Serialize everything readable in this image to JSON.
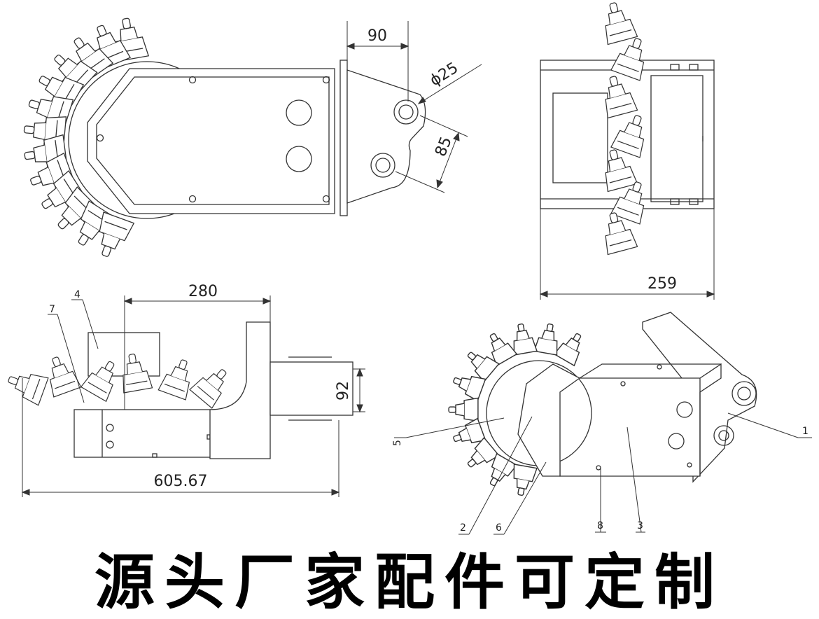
{
  "dimensions": {
    "top_width": "90",
    "hole_diameter": "ϕ25",
    "hole_spacing": "85",
    "side_length": "280",
    "side_height": "92",
    "overall_length": "605.67",
    "front_width": "259"
  },
  "callouts": [
    "1",
    "2",
    "3",
    "4",
    "5",
    "6",
    "7",
    "8"
  ],
  "banner": "源头厂家配件可定制"
}
